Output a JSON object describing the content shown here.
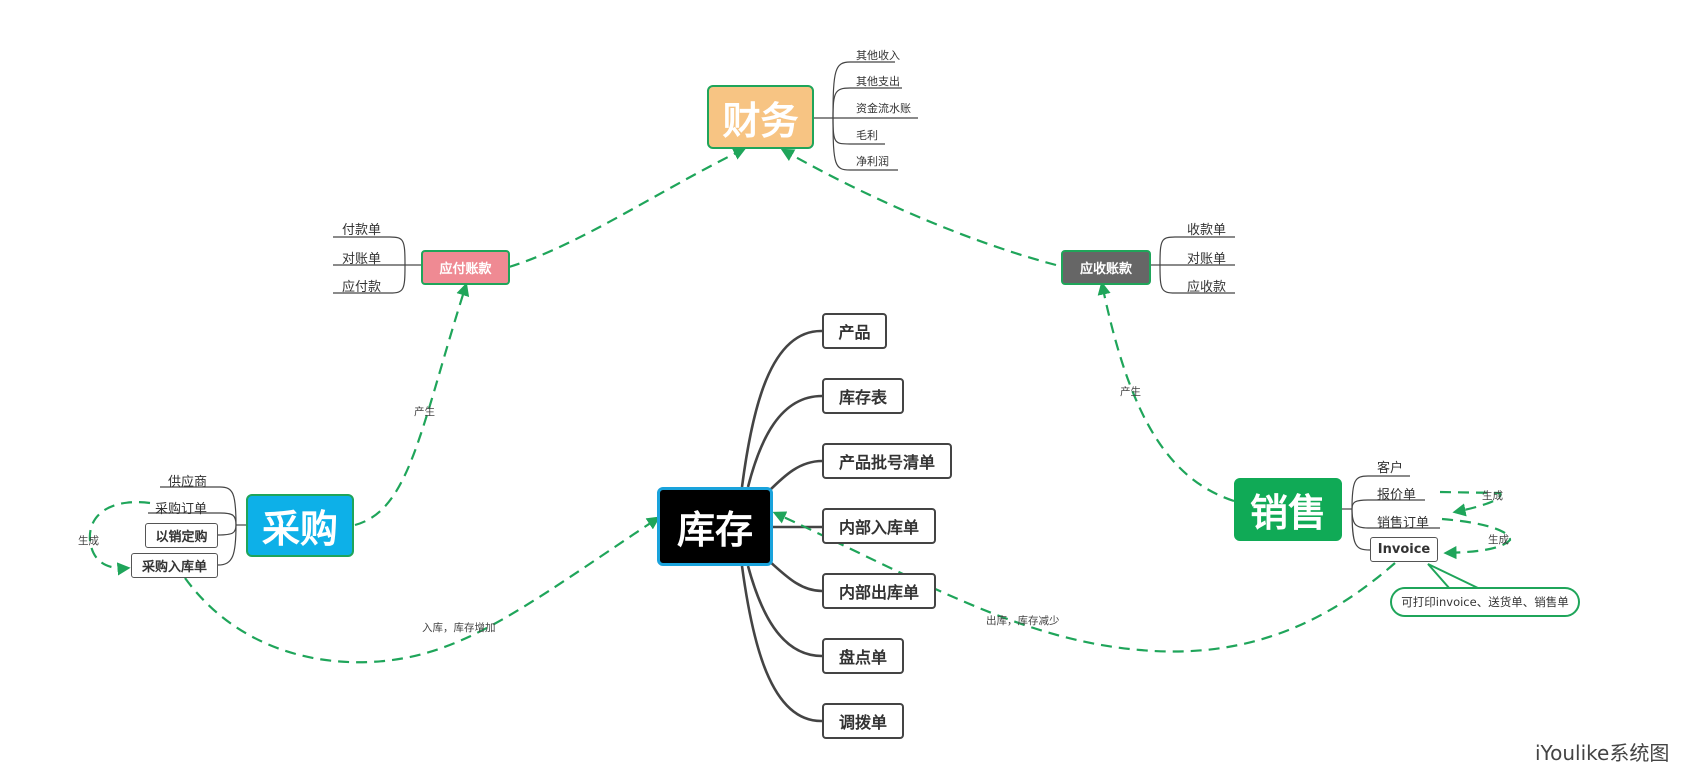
{
  "colors": {
    "connector_green": "#1fa55a",
    "finance_fill": "#f7c483",
    "payable_fill": "#ef8a93",
    "receivable_fill": "#666666",
    "purchase_fill": "#0db0e8",
    "inventory_fill": "#000000",
    "inventory_border": "#1aa3dc",
    "sales_fill": "#10aa56"
  },
  "nodes": {
    "finance": {
      "label": "财务",
      "children": [
        "其他收入",
        "其他支出",
        "资金流水账",
        "毛利",
        "净利润"
      ]
    },
    "payable": {
      "label": "应付账款",
      "children": [
        "付款单",
        "对账单",
        "应付款"
      ]
    },
    "receivable": {
      "label": "应收账款",
      "children": [
        "收款单",
        "对账单",
        "应收款"
      ]
    },
    "purchase": {
      "label": "采购",
      "children": [
        "供应商",
        "采购订单",
        "以销定购",
        "采购入库单"
      ]
    },
    "inventory": {
      "label": "库存",
      "children": [
        "产品",
        "库存表",
        "产品批号清单",
        "内部入库单",
        "内部出库单",
        "盘点单",
        "调拨单"
      ]
    },
    "sales": {
      "label": "销售",
      "children": [
        "客户",
        "报价单",
        "销售订单",
        "Invoice"
      ]
    }
  },
  "relations": {
    "purchase_to_payable": "产生",
    "sales_to_receivable": "产生",
    "purchase_loop": "生成",
    "purchase_to_inventory": "入库，库存增加",
    "sales_to_inventory": "出库，库存减少",
    "quote_to_order": "生成",
    "order_to_invoice": "生成"
  },
  "callout": {
    "invoice_note": "可打印invoice、送货单、销售单"
  },
  "watermark": "iYoulike系统图"
}
